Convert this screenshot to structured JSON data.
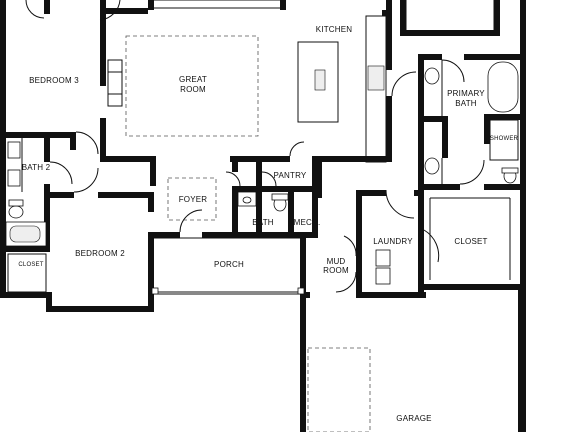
{
  "plan": {
    "rooms": {
      "bedroom3": "BEDROOM 3",
      "great_room_line1": "GREAT",
      "great_room_line2": "ROOM",
      "kitchen": "KITCHEN",
      "primary_bath_line1": "PRIMARY",
      "primary_bath_line2": "BATH",
      "shower": "SHOWER",
      "bath2": "BATH 2",
      "pantry": "PANTRY",
      "foyer": "FOYER",
      "bath": "BATH",
      "mech": "MECH.",
      "laundry": "LAUNDRY",
      "closet_primary": "CLOSET",
      "bedroom2": "BEDROOM 2",
      "closet_bed2": "CLOSET",
      "porch": "PORCH",
      "mud_room_line1": "MUD",
      "mud_room_line2": "ROOM",
      "garage": "GARAGE"
    }
  }
}
